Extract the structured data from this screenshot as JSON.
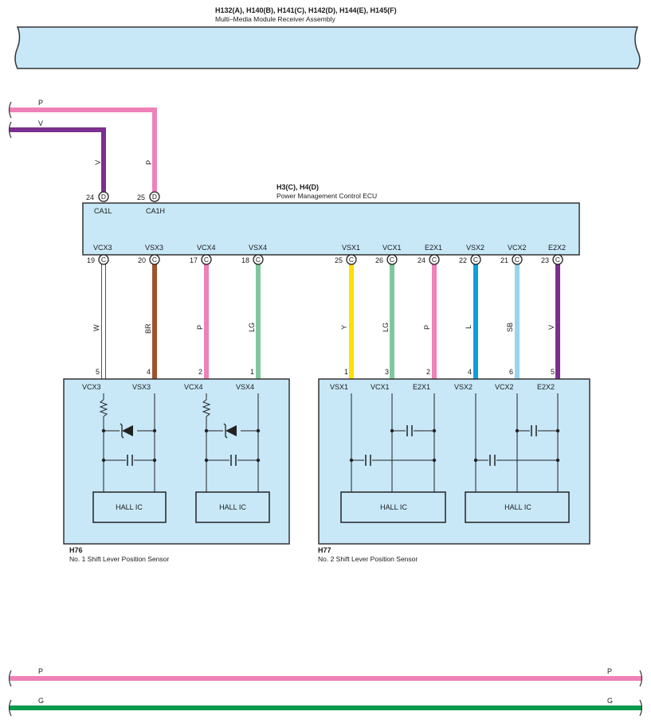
{
  "colors": {
    "box_fill": "#c8e8f8",
    "P": "#ee82b8",
    "V": "#7b2f8e",
    "W": "#ffffff",
    "BR": "#a0522d",
    "LG": "#80c89c",
    "Y": "#ffe000",
    "L": "#0fa0dc",
    "SB": "#96d6f0",
    "G": "#0a9a4c"
  },
  "receiver": {
    "codes": "H132(A), H140(B), H141(C), H142(D), H144(E), H145(F)",
    "name": "Multi–Media Module Receiver Assembly"
  },
  "ecu": {
    "codes": "H3(C), H4(D)",
    "name": "Power Management Control ECU",
    "top_pins": [
      {
        "num": "24",
        "conn": "D",
        "label": "CA1L",
        "wire": "V"
      },
      {
        "num": "25",
        "conn": "D",
        "label": "CA1H",
        "wire": "P"
      }
    ],
    "bottom_pins": [
      {
        "num": "19",
        "conn": "C",
        "label": "VCX3",
        "wire": "W"
      },
      {
        "num": "20",
        "conn": "C",
        "label": "VSX3",
        "wire": "BR"
      },
      {
        "num": "17",
        "conn": "C",
        "label": "VCX4",
        "wire": "P"
      },
      {
        "num": "18",
        "conn": "C",
        "label": "VSX4",
        "wire": "LG"
      },
      {
        "num": "25",
        "conn": "C",
        "label": "VSX1",
        "wire": "Y"
      },
      {
        "num": "26",
        "conn": "C",
        "label": "VCX1",
        "wire": "LG"
      },
      {
        "num": "24",
        "conn": "C",
        "label": "E2X1",
        "wire": "P"
      },
      {
        "num": "22",
        "conn": "C",
        "label": "VSX2",
        "wire": "L"
      },
      {
        "num": "21",
        "conn": "C",
        "label": "VCX2",
        "wire": "SB"
      },
      {
        "num": "23",
        "conn": "C",
        "label": "E2X2",
        "wire": "V"
      }
    ]
  },
  "wire_labels": {
    "top_p": "P",
    "top_v": "V"
  },
  "sensor1": {
    "code": "H76",
    "name": "No.  1 Shift Lever Position Sensor",
    "pins": [
      {
        "num": "5",
        "label": "VCX3"
      },
      {
        "num": "4",
        "label": "VSX3"
      },
      {
        "num": "2",
        "label": "VCX4"
      },
      {
        "num": "1",
        "label": "VSX4"
      }
    ],
    "hall_ics": [
      "HALL IC",
      "HALL IC"
    ]
  },
  "sensor2": {
    "code": "H77",
    "name": "No.  2 Shift Lever Position Sensor",
    "pins": [
      {
        "num": "1",
        "label": "VSX1"
      },
      {
        "num": "3",
        "label": "VCX1"
      },
      {
        "num": "2",
        "label": "E2X1"
      },
      {
        "num": "4",
        "label": "VSX2"
      },
      {
        "num": "6",
        "label": "VCX2"
      },
      {
        "num": "5",
        "label": "E2X2"
      }
    ],
    "hall_ics": [
      "HALL IC",
      "HALL IC"
    ]
  },
  "bottom_buses": [
    {
      "wire": "P",
      "left_label": "P",
      "right_label": "P"
    },
    {
      "wire": "G",
      "left_label": "G",
      "right_label": "G"
    }
  ]
}
